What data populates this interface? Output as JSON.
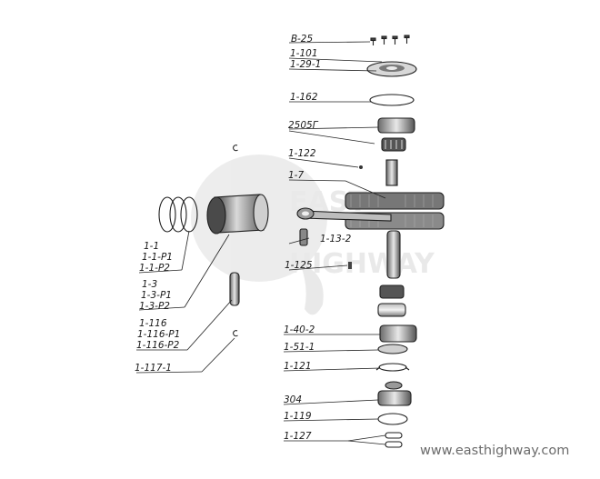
{
  "diagram": {
    "labels": {
      "b25": "B-25",
      "p1_101": "1-101",
      "p1_29_1": "1-29-1",
      "p1_162": "1-162",
      "p2505g": "2505Г",
      "p1_122": "1-122",
      "p1_7": "1-7",
      "p1_13_2": "1-13-2",
      "p1_125": "1-125",
      "p1_40_2": "1-40-2",
      "p1_51_1": "1-51-1",
      "p1_121": "1-121",
      "p304": "304",
      "p1_119": "1-119",
      "p1_127": "1-127",
      "p1_1": "1-1",
      "p1_1_p1": "1-1-P1",
      "p1_1_p2": "1-1-P2",
      "p1_3": "1-3",
      "p1_3_p1": "1-3-P1",
      "p1_3_p2": "1-3-P2",
      "p1_116": "1-116",
      "p1_116_p1": "1-116-P1",
      "p1_116_p2": "1-116-P2",
      "p1_117_1": "1-117-1"
    },
    "watermark_url": "www.easthighway.com"
  }
}
